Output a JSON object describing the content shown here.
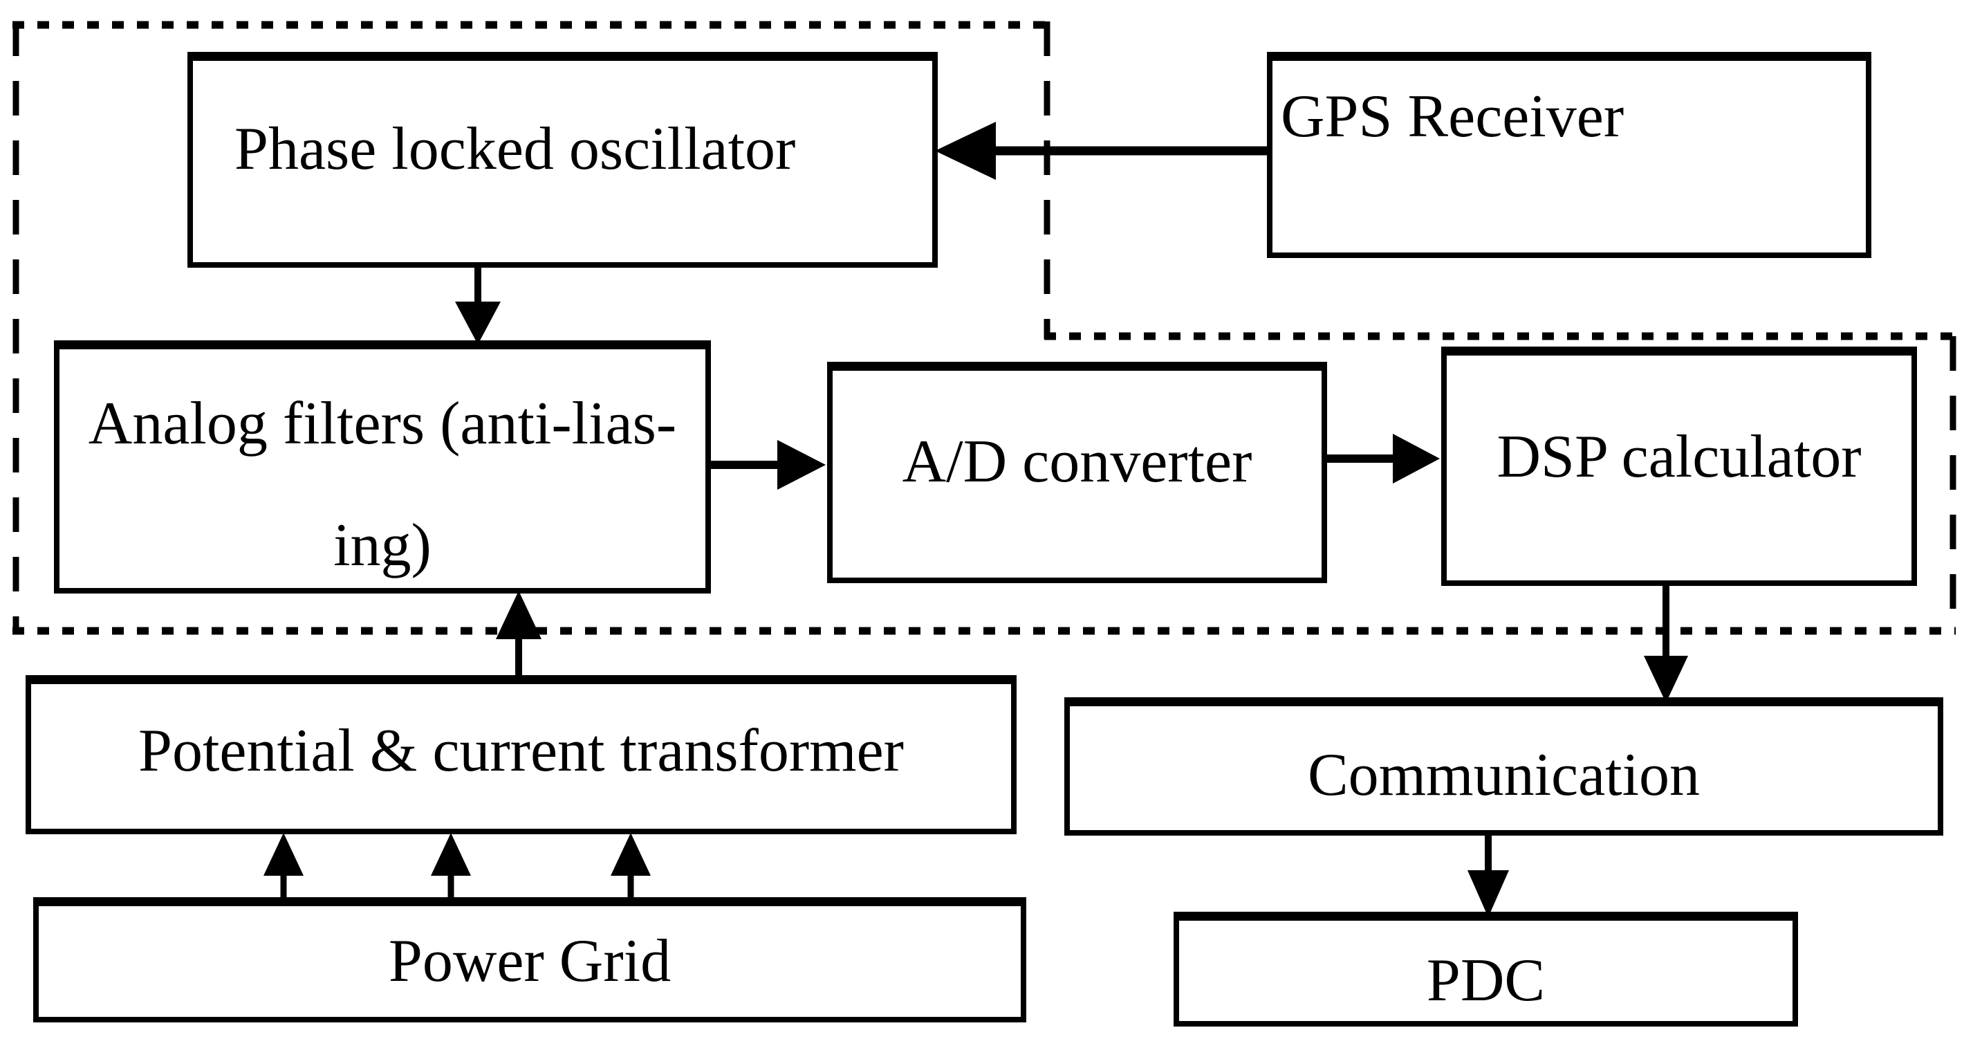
{
  "diagram": {
    "kind": "block-diagram",
    "nodes": {
      "phase_locked_oscillator": {
        "label": "Phase locked oscillator"
      },
      "gps_receiver": {
        "label": "GPS Receiver"
      },
      "analog_filters": {
        "label_line1": "Analog filters (anti-lias-",
        "label_line2": "ing)"
      },
      "ad_converter": {
        "label": "A/D converter"
      },
      "dsp_calculator": {
        "label": "DSP calculator"
      },
      "potential_current_transformer": {
        "label": "Potential & current transformer"
      },
      "power_grid": {
        "label": "Power Grid"
      },
      "communication": {
        "label": "Communication"
      },
      "pdc": {
        "label": "PDC"
      }
    },
    "edges": [
      {
        "from": "GPS Receiver",
        "to": "Phase locked oscillator"
      },
      {
        "from": "Phase locked oscillator",
        "to": "Analog filters (anti-lias-ing)"
      },
      {
        "from": "Analog filters (anti-lias-ing)",
        "to": "A/D converter"
      },
      {
        "from": "A/D converter",
        "to": "DSP calculator"
      },
      {
        "from": "DSP calculator",
        "to": "Communication"
      },
      {
        "from": "Communication",
        "to": "PDC"
      },
      {
        "from": "Potential & current transformer",
        "to": "Analog filters (anti-lias-ing)"
      },
      {
        "from": "Power Grid",
        "to": "Potential & current transformer",
        "arrow_count": 3
      }
    ],
    "dashed_boundary": "encloses Phase locked oscillator, Analog filters, A/D converter, DSP calculator; GPS Receiver, transformers, Power Grid, Communication and PDC are outside",
    "colors": {
      "stroke": "#000000",
      "box_fill": "#ffffff",
      "background": "#ffffff"
    }
  }
}
